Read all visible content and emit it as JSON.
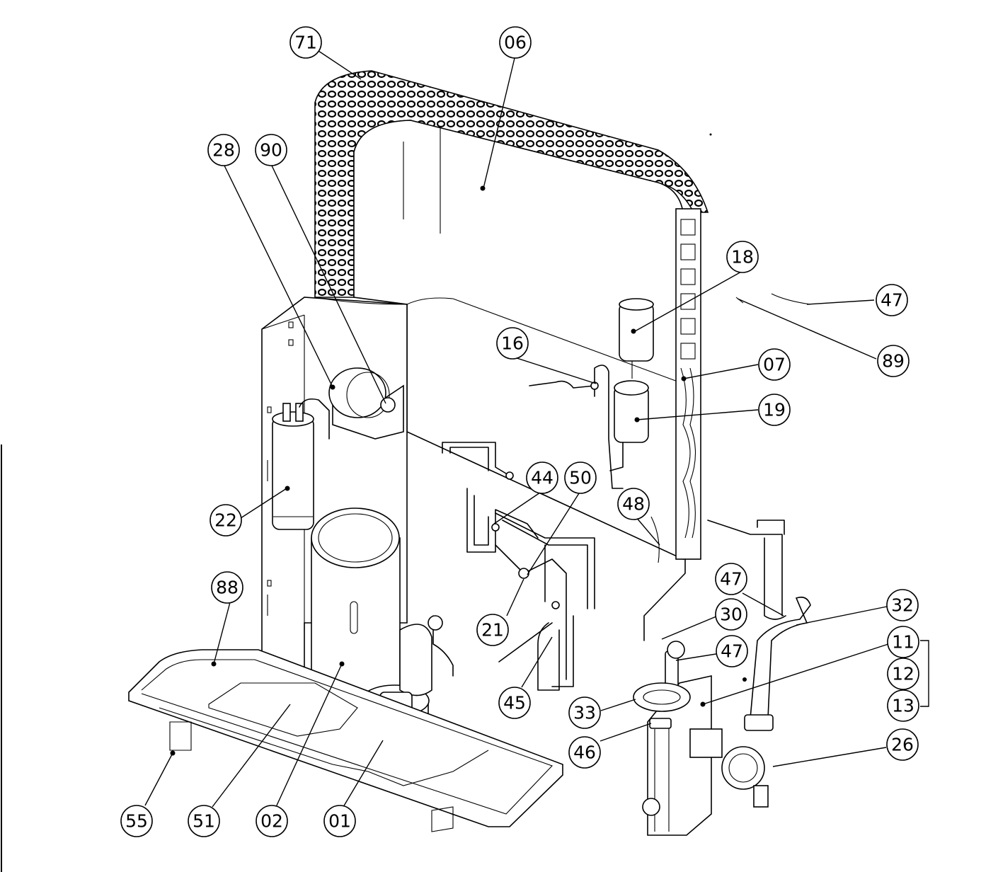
{
  "callouts": [
    {
      "id": "71",
      "label": "71"
    },
    {
      "id": "06",
      "label": "06"
    },
    {
      "id": "28",
      "label": "28"
    },
    {
      "id": "90",
      "label": "90"
    },
    {
      "id": "18",
      "label": "18"
    },
    {
      "id": "47a",
      "label": "47"
    },
    {
      "id": "89",
      "label": "89"
    },
    {
      "id": "16",
      "label": "16"
    },
    {
      "id": "07",
      "label": "07"
    },
    {
      "id": "19",
      "label": "19"
    },
    {
      "id": "44",
      "label": "44"
    },
    {
      "id": "50",
      "label": "50"
    },
    {
      "id": "48",
      "label": "48"
    },
    {
      "id": "22",
      "label": "22"
    },
    {
      "id": "47b",
      "label": "47"
    },
    {
      "id": "88",
      "label": "88"
    },
    {
      "id": "30",
      "label": "30"
    },
    {
      "id": "32",
      "label": "32"
    },
    {
      "id": "21",
      "label": "21"
    },
    {
      "id": "47c",
      "label": "47"
    },
    {
      "id": "11",
      "label": "11"
    },
    {
      "id": "12",
      "label": "12"
    },
    {
      "id": "13",
      "label": "13"
    },
    {
      "id": "45",
      "label": "45"
    },
    {
      "id": "33",
      "label": "33"
    },
    {
      "id": "46",
      "label": "46"
    },
    {
      "id": "26",
      "label": "26"
    },
    {
      "id": "55",
      "label": "55"
    },
    {
      "id": "51",
      "label": "51"
    },
    {
      "id": "02",
      "label": "02"
    },
    {
      "id": "01",
      "label": "01"
    }
  ]
}
